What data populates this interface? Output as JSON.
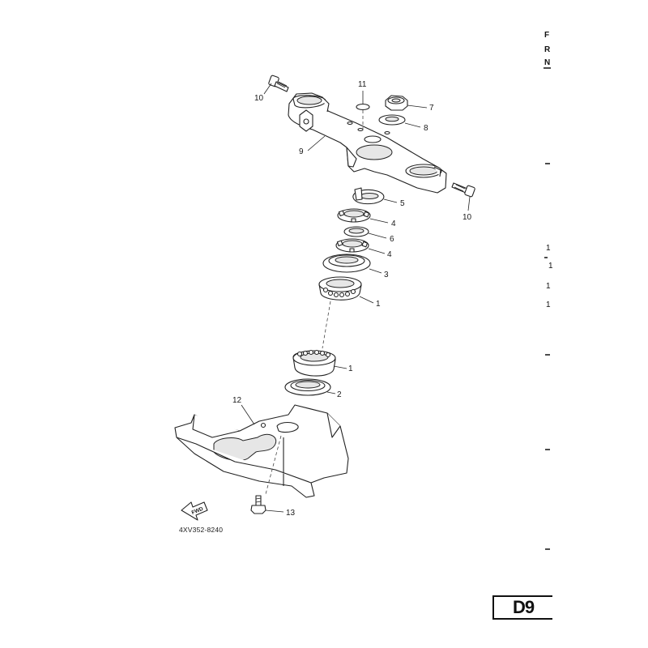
{
  "diagram": {
    "callouts": {
      "c1a": "1",
      "c1b": "1",
      "c2": "2",
      "c3": "3",
      "c4a": "4",
      "c4b": "4",
      "c5": "5",
      "c6": "6",
      "c7": "7",
      "c8": "8",
      "c9": "9",
      "c10a": "10",
      "c10b": "10",
      "c11": "11",
      "c12": "12",
      "c13": "13"
    },
    "drawing_code": "4XV352-8240",
    "fwd_label": "FWD"
  },
  "edge_text": {
    "letters": [
      "F",
      "R",
      "N"
    ],
    "numbers": [
      "1",
      "1",
      "1",
      "1"
    ]
  },
  "page_label": "D9"
}
